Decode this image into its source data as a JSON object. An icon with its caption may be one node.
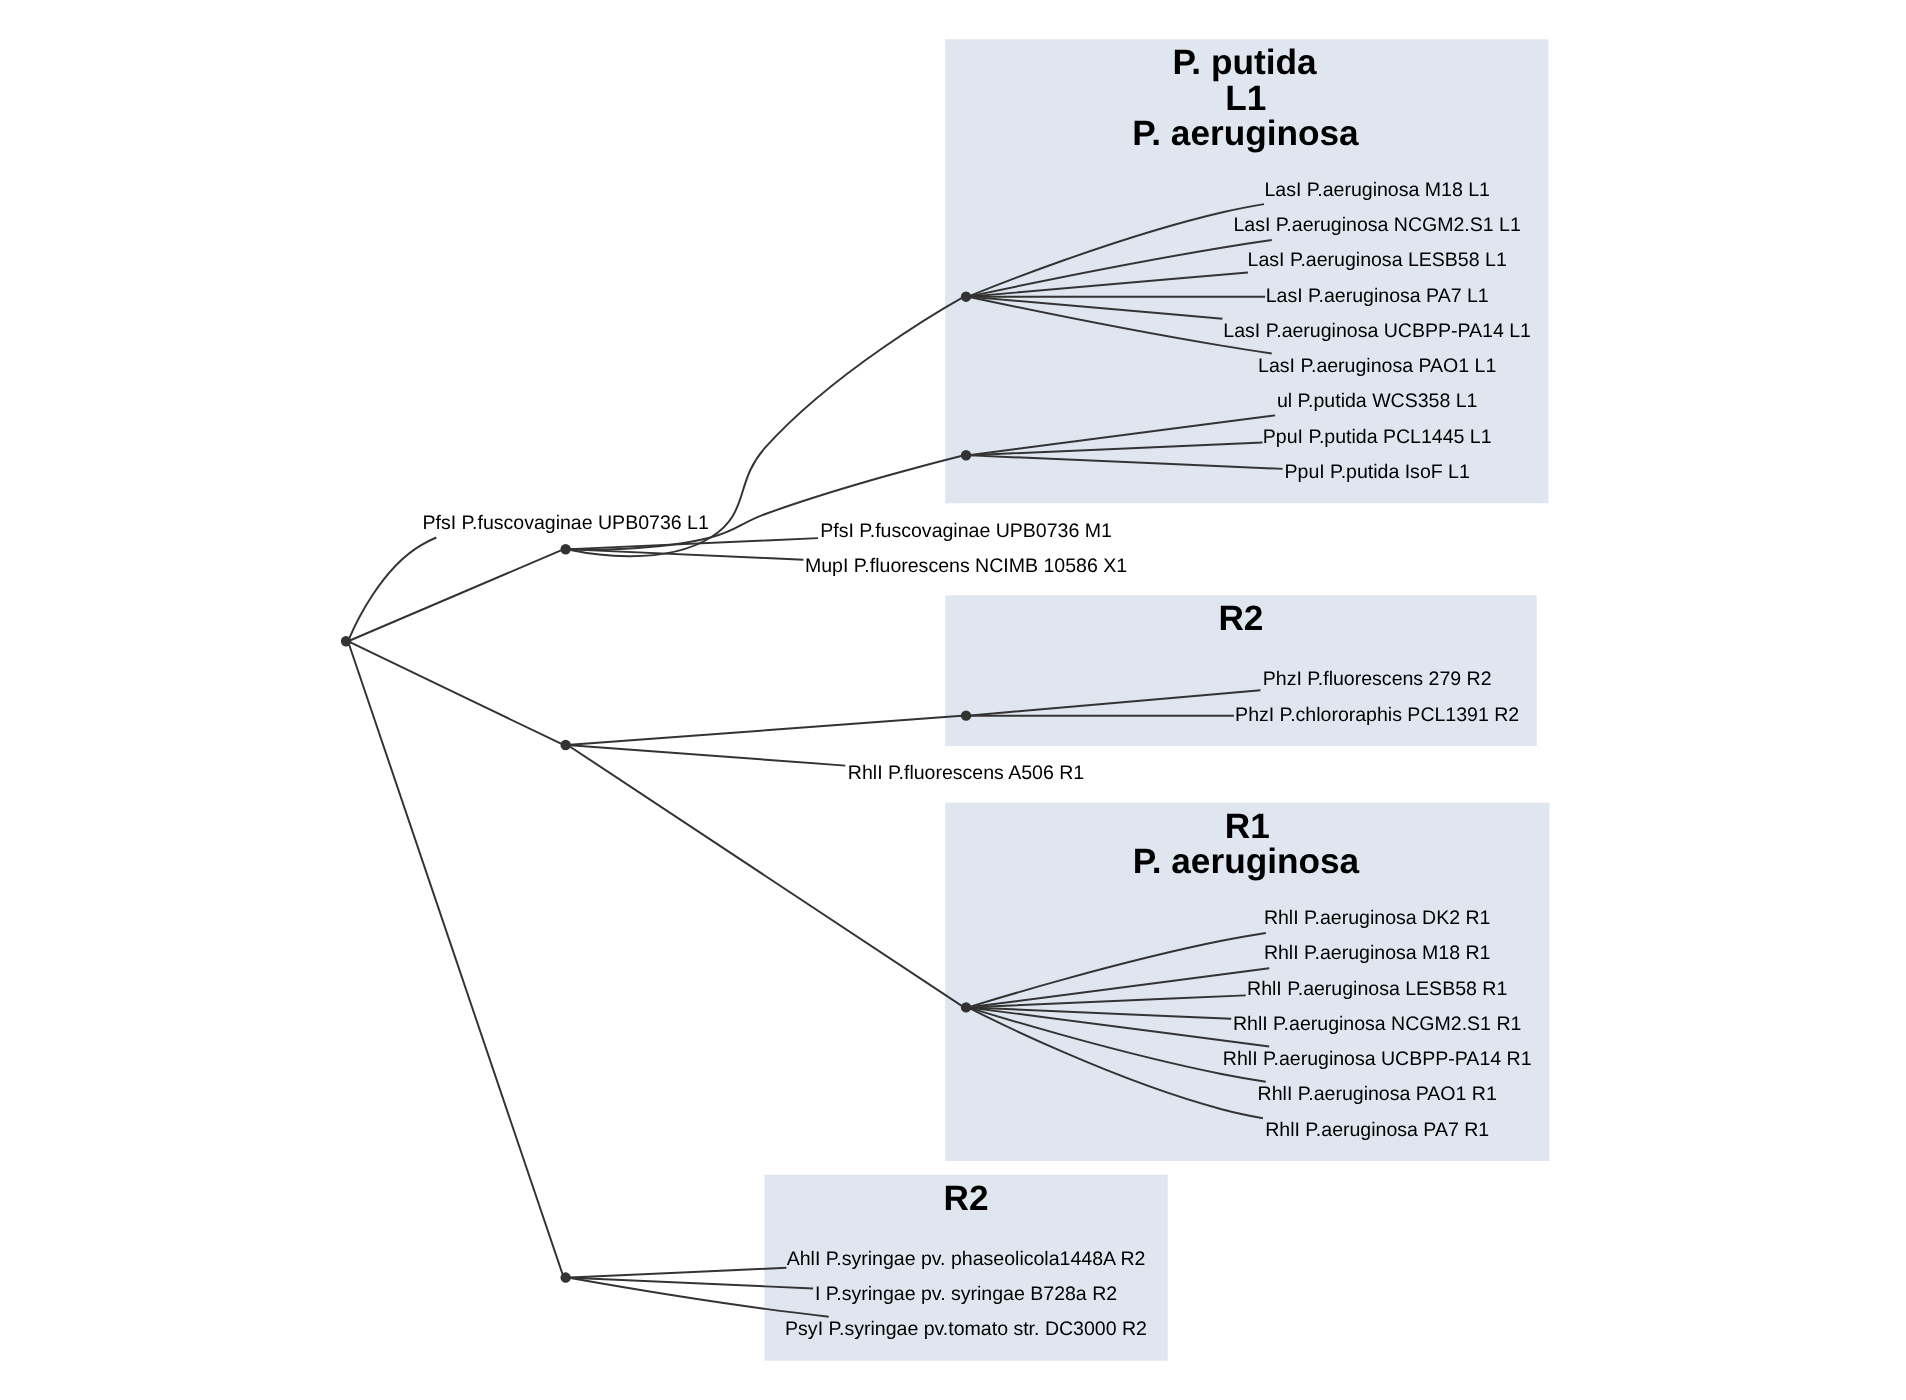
{
  "diagram": {
    "nodes": [
      {
        "text": [
          "P. putida",
          "L1",
          "P. aeruginosa"
        ]
      },
      {
        "text": [
          "PpuI P.putida IsoF L1"
        ],
        "in": 0
      },
      {
        "text": [
          "PpuI P.putida PCL1445 L1"
        ],
        "in": 0
      },
      {
        "text": [
          "ul P.putida WCS358 L1"
        ],
        "in": 0
      },
      {
        "text": [
          "LasI P.aeruginosa PAO1 L1"
        ],
        "in": 0
      },
      {
        "text": [
          "LasI P.aeruginosa UCBPP-PA14 L1"
        ],
        "in": 0
      },
      {
        "text": [
          "LasI P.aeruginosa PA7 L1"
        ],
        "in": 0
      },
      {
        "text": [
          "LasI P.aeruginosa LESB58 L1"
        ],
        "in": 0
      },
      {
        "text": [
          "LasI P.aeruginosa NCGM2.S1 L1"
        ],
        "in": 0
      },
      {
        "text": [
          "LasI P.aeruginosa M18 L1"
        ],
        "in": 0
      },
      {
        "text": [
          "PfsI P.fuscovaginae UPB0736 M1"
        ]
      },
      {
        "text": [
          "MupI P.fluorescens NCIMB 10586 X1"
        ]
      },
      {
        "text": [
          "PfsI P.fuscovaginae UPB0736 L1"
        ]
      },
      {
        "text": [
          "R2"
        ]
      },
      {
        "text": [
          "PhzI P.chlororaphis PCL1391 R2"
        ],
        "in": 13
      },
      {
        "text": [
          "PhzI P.fluorescens 279 R2"
        ],
        "in": 13
      },
      {
        "text": [
          "RhlI P.fluorescens A506 R1"
        ]
      },
      {
        "text": [
          "R1",
          "P. aeruginosa"
        ]
      },
      {
        "text": [
          "RhlI P.aeruginosa PA7 R1"
        ],
        "in": 17
      },
      {
        "text": [
          "RhlI P.aeruginosa PAO1 R1"
        ],
        "in": 17
      },
      {
        "text": [
          "RhlI P.aeruginosa UCBPP-PA14 R1"
        ],
        "in": 17
      },
      {
        "text": [
          "RhlI P.aeruginosa NCGM2.S1 R1"
        ],
        "in": 17
      },
      {
        "text": [
          "RhlI P.aeruginosa LESB58 R1"
        ],
        "in": 17
      },
      {
        "text": [
          "RhlI P.aeruginosa M18 R1"
        ],
        "in": 17
      },
      {
        "text": [
          "RhlI P.aeruginosa DK2 R1"
        ],
        "in": 17
      },
      {
        "text": [
          "R2"
        ]
      },
      {
        "text": [
          "AhlI P.syringae pv. phaseolicola1448A R2"
        ],
        "in": 25
      },
      {
        "text": [
          "I P.syringae pv. syringae B728a R2"
        ],
        "in": 25
      },
      {
        "text": [
          "PsyI P.syringae pv.tomato str. DC3000 R2"
        ],
        "in": 25
      },
      {
        "text": [],
        "shape": "point"
      },
      {
        "text": [],
        "shape": "point"
      },
      {
        "text": [],
        "shape": "point",
        "in": 0
      },
      {
        "text": [],
        "shape": "point",
        "in": 0
      },
      {
        "text": [],
        "shape": "point"
      },
      {
        "text": [],
        "shape": "point",
        "in": 13
      },
      {
        "text": [],
        "shape": "point",
        "in": 17
      },
      {
        "text": [],
        "shape": "point"
      }
    ],
    "edges": [
      {
        "from": 29,
        "to": 30,
        "arrow": "none"
      },
      {
        "from": 29,
        "to": 12,
        "arrow": "none"
      },
      {
        "from": 29,
        "to": 33,
        "arrow": "none"
      },
      {
        "from": 29,
        "to": 36,
        "arrow": "none"
      },
      {
        "from": 30,
        "to": 32,
        "arrow": "none"
      },
      {
        "from": 30,
        "to": 31,
        "arrow": "none"
      },
      {
        "from": 30,
        "to": 10,
        "arrow": "none"
      },
      {
        "from": 30,
        "to": 11,
        "arrow": "none"
      },
      {
        "from": 32,
        "to": 1,
        "arrow": "none"
      },
      {
        "from": 32,
        "to": 2,
        "arrow": "none"
      },
      {
        "from": 32,
        "to": 3,
        "arrow": "none"
      },
      {
        "from": 31,
        "to": 4,
        "arrow": "none"
      },
      {
        "from": 31,
        "to": 5,
        "arrow": "none"
      },
      {
        "from": 31,
        "to": 6,
        "arrow": "none"
      },
      {
        "from": 31,
        "to": 7,
        "arrow": "none"
      },
      {
        "from": 31,
        "to": 8,
        "arrow": "none"
      },
      {
        "from": 31,
        "to": 9,
        "arrow": "none"
      },
      {
        "from": 33,
        "to": 34,
        "arrow": "none"
      },
      {
        "from": 33,
        "to": 16,
        "arrow": "none"
      },
      {
        "from": 33,
        "to": 35,
        "arrow": "none"
      },
      {
        "from": 34,
        "to": 14,
        "arrow": "none"
      },
      {
        "from": 34,
        "to": 15,
        "arrow": "none"
      },
      {
        "from": 35,
        "to": 18,
        "arrow": "none"
      },
      {
        "from": 35,
        "to": 19,
        "arrow": "none"
      },
      {
        "from": 35,
        "to": 20,
        "arrow": "none"
      },
      {
        "from": 35,
        "to": 21,
        "arrow": "none"
      },
      {
        "from": 35,
        "to": 22,
        "arrow": "none"
      },
      {
        "from": 35,
        "to": 23,
        "arrow": "none"
      },
      {
        "from": 35,
        "to": 24,
        "arrow": "none"
      },
      {
        "from": 36,
        "to": 26,
        "arrow": "none"
      },
      {
        "from": 36,
        "to": 27,
        "arrow": "none"
      },
      {
        "from": 36,
        "to": 28,
        "arrow": "none"
      }
    ]
  }
}
